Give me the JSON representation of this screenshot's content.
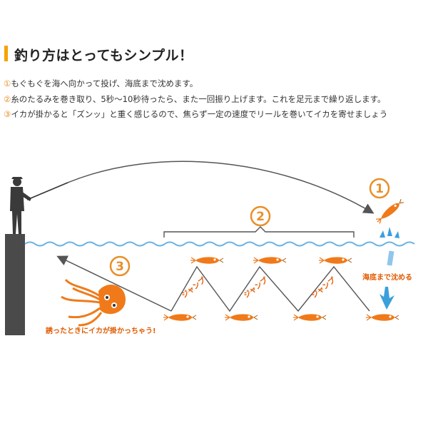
{
  "title": "釣り方はとってもシンプル！",
  "steps": [
    {
      "num": "①",
      "text": "もぐもぐを海へ向かって投げ、海底まで沈めます。"
    },
    {
      "num": "②",
      "text": "糸のたるみを巻き取り、5秒〜10秒待ったら、また一回振り上げます。これを足元まで繰り返します。"
    },
    {
      "num": "③",
      "text": "イカが掛かると「ズンッ」と重く感じるので、焦らず一定の速度でリールを巻いてイカを寄せましょう"
    }
  ],
  "diagram": {
    "marker_1": "1",
    "marker_2": "2",
    "marker_3": "3",
    "sink_label": "海底まで沈める",
    "jump_label": "ジャンプ",
    "squid_caption": "誘ったときにイカが掛かっちゃう!"
  },
  "colors": {
    "accent": "#f5a300",
    "marker": "#e8902a",
    "lure": "#f07a1a",
    "water": "#6cb4e4",
    "sink_arrow": "#3aa0dc",
    "line": "#555555"
  }
}
